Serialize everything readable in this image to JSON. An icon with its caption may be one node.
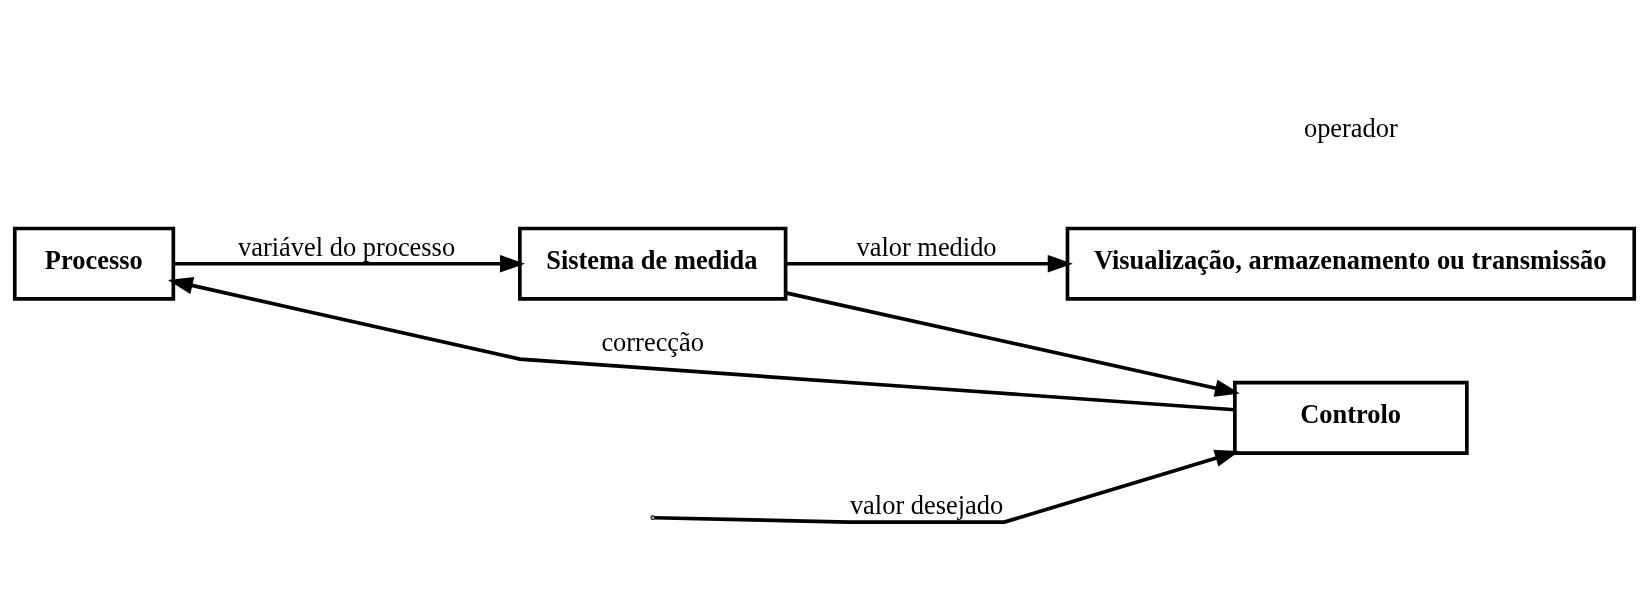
{
  "diagram": {
    "nodes": [
      {
        "text": [
          "Processo"
        ]
      },
      {
        "text": [
          "Sistema de medida"
        ]
      },
      {
        "text": [
          "Visualização, armazenamento ou transmissão"
        ]
      },
      {
        "text": [
          "Controlo"
        ]
      }
    ],
    "edges": [
      {
        "from": 0,
        "to": 1,
        "arrow": "to",
        "label": "variável do processo"
      },
      {
        "from": 1,
        "to": 2,
        "arrow": "to",
        "label": "valor medido"
      },
      {
        "from": 1,
        "to": 3,
        "arrow": "to"
      },
      {
        "from": null,
        "to": 3,
        "arrow": "to",
        "label": "valor desejado"
      },
      {
        "from": 3,
        "to": 0,
        "arrow": "to",
        "label": "correcção"
      }
    ],
    "labels": [
      "operador"
    ]
  }
}
